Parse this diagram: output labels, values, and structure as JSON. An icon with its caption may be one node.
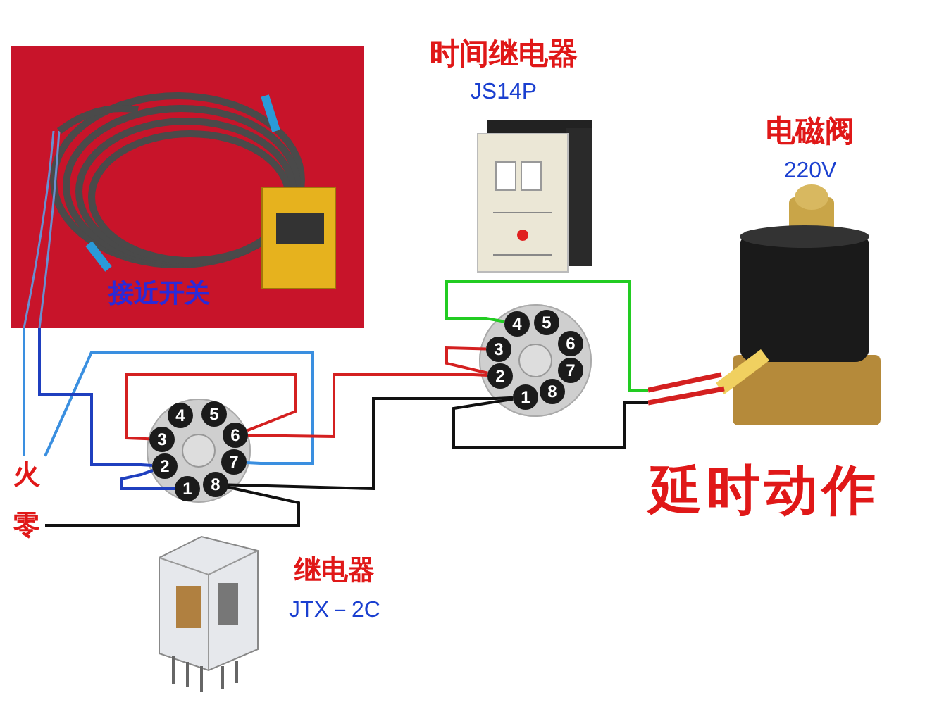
{
  "diagram": {
    "nodes": [
      {
        "text": [
          "接近开关"
        ]
      },
      {
        "text": [
          "时间继电器",
          "JS14P"
        ]
      },
      {
        "text": [
          "电磁阀",
          "220V"
        ]
      },
      {
        "text": [],
        "shape": "circle"
      },
      {
        "text": [
          "4"
        ],
        "in": 3
      },
      {
        "text": [
          "5"
        ],
        "in": 3
      },
      {
        "text": [
          "3"
        ],
        "in": 3
      },
      {
        "text": [
          "6"
        ],
        "in": 3
      },
      {
        "text": [
          "2"
        ],
        "in": 3
      },
      {
        "text": [
          "7"
        ],
        "in": 3
      },
      {
        "text": [
          "1"
        ],
        "in": 3
      },
      {
        "text": [
          "8"
        ],
        "in": 3
      },
      {
        "text": [],
        "shape": "circle"
      },
      {
        "text": [
          "4"
        ],
        "in": 12
      },
      {
        "text": [
          "5"
        ],
        "in": 12
      },
      {
        "text": [
          "3"
        ],
        "in": 12
      },
      {
        "text": [
          "6"
        ],
        "in": 12
      },
      {
        "text": [
          "2"
        ],
        "in": 12
      },
      {
        "text": [
          "7"
        ],
        "in": 12
      },
      {
        "text": [
          "1"
        ],
        "in": 12
      },
      {
        "text": [
          "8"
        ],
        "in": 12
      },
      {
        "text": [
          "火"
        ]
      },
      {
        "text": [
          "零"
        ]
      },
      {
        "text": [
          "继电器",
          "JTX－2C"
        ]
      }
    ],
    "edges": [
      {
        "from": 0,
        "to": 21,
        "arrow": "none",
        "color": "#3a8fe0"
      },
      {
        "from": 21,
        "to": 9,
        "arrow": "none",
        "color": "#3a8fe0"
      },
      {
        "from": 0,
        "to": 8,
        "arrow": "none",
        "color": "#1f3fbf"
      },
      {
        "from": 8,
        "to": 10,
        "arrow": "none",
        "color": "#1f3fbf"
      },
      {
        "from": 6,
        "to": 7,
        "arrow": "none",
        "color": "#d42020"
      },
      {
        "from": 7,
        "to": 17,
        "arrow": "none",
        "color": "#d42020"
      },
      {
        "from": 15,
        "to": 17,
        "arrow": "none",
        "color": "#d42020"
      },
      {
        "from": 13,
        "to": 2,
        "arrow": "none",
        "color": "#22cc22"
      },
      {
        "from": 11,
        "to": 19,
        "arrow": "none",
        "color": "#111111"
      },
      {
        "from": 11,
        "to": 22,
        "arrow": "none",
        "color": "#111111"
      },
      {
        "from": 19,
        "to": 2,
        "arrow": "none",
        "color": "#111111"
      }
    ],
    "labels": [
      "延时动作"
    ]
  }
}
